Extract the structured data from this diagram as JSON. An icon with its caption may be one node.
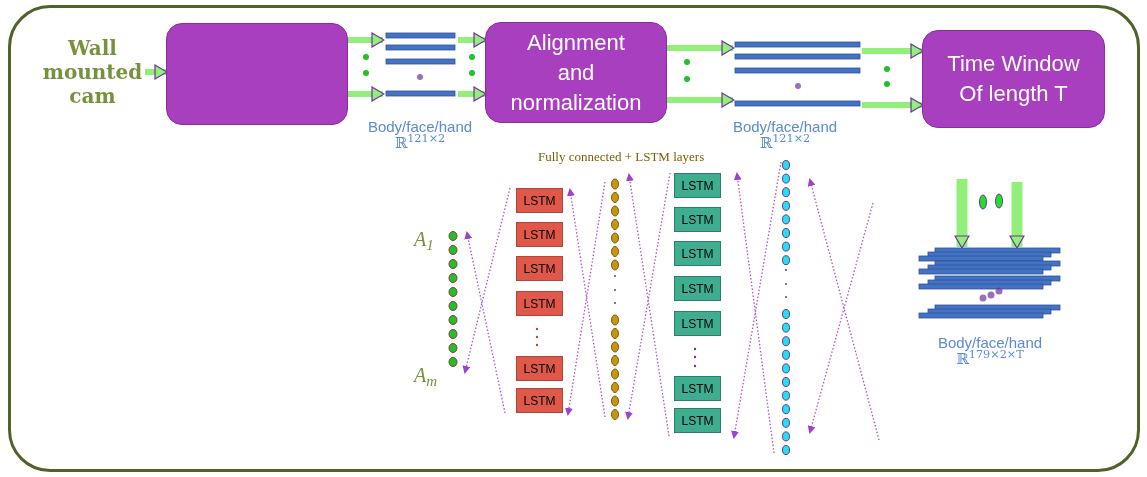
{
  "diagram": {
    "nodes": [
      {
        "text": [
          "Wall mounted cam"
        ]
      },
      {
        "text": [],
        "shape": "box"
      },
      {
        "text": [],
        "shape": "picture",
        "beside": [
          "Body/face/hand",
          "ℝ$^{121×2}$"
        ]
      },
      {
        "text": [
          "Alignment and normalization"
        ]
      },
      {
        "text": [],
        "shape": "picture",
        "beside": [
          "Body/face/hand",
          "ℝ$^{121×2}$"
        ]
      },
      {
        "text": [
          "Time Window Of length T"
        ]
      },
      {
        "text": [
          "LSTM"
        ]
      },
      {
        "text": [
          "LSTM"
        ]
      },
      {
        "text": [
          "LSTM"
        ]
      },
      {
        "text": [
          "LSTM"
        ]
      },
      {
        "text": [
          "LSTM"
        ]
      },
      {
        "text": [
          "LSTM"
        ]
      },
      {
        "text": [
          "LSTM"
        ]
      },
      {
        "text": [
          "LSTM"
        ]
      },
      {
        "text": [
          "LSTM"
        ]
      },
      {
        "text": [
          "LSTM"
        ]
      },
      {
        "text": [
          "LSTM"
        ]
      },
      {
        "text": [
          "LSTM"
        ]
      },
      {
        "text": [
          "LSTM"
        ]
      },
      {
        "text": [],
        "shape": "picture",
        "beside": [
          "Body/face/hand",
          "ℝ$^{179×2×T}$"
        ]
      }
    ],
    "edges": [
      {
        "from": 0,
        "to": 1,
        "arrow": "to"
      },
      {
        "from": 1,
        "to": 2,
        "arrow": "to"
      },
      {
        "from": 1,
        "to": 2,
        "arrow": "to"
      },
      {
        "from": 2,
        "to": 3,
        "arrow": "to"
      },
      {
        "from": 2,
        "to": 3,
        "arrow": "to"
      },
      {
        "from": 3,
        "to": 4,
        "arrow": "to"
      },
      {
        "from": 3,
        "to": 4,
        "arrow": "to"
      },
      {
        "from": 4,
        "to": 5,
        "arrow": "to"
      },
      {
        "from": 4,
        "to": 5,
        "arrow": "to"
      },
      {
        "from": null,
        "to": 19,
        "arrow": "to",
        "style": "thick"
      },
      {
        "from": null,
        "to": 19,
        "arrow": "to",
        "style": "thick"
      }
    ],
    "labels": [
      "Fully connected + LSTM layers",
      "A$_{1}$",
      "A$_{m}$"
    ]
  }
}
